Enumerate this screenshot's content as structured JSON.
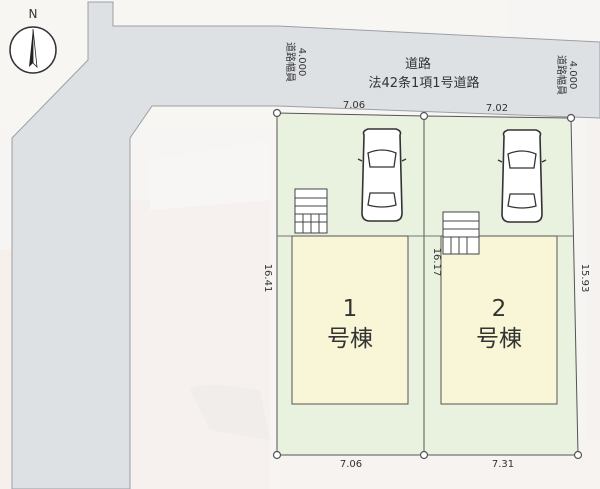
{
  "compass": {
    "north_label": "N"
  },
  "road": {
    "name": "道路",
    "type": "法42条1項1号道路",
    "width_label": "道路幅員",
    "width_value": "4.000"
  },
  "lots": [
    {
      "number": "1",
      "building_label": "号棟"
    },
    {
      "number": "2",
      "building_label": "号棟"
    }
  ],
  "dimensions": {
    "lot1_front": "7.06",
    "lot2_front": "7.02",
    "lot1_back": "7.06",
    "lot2_back": "7.31",
    "lot1_left_depth": "16.41",
    "shared_depth": "16.17",
    "lot2_right_depth": "15.93"
  },
  "colors": {
    "road": "#dde1e4",
    "lot_ground": "#e9f1df",
    "building": "#f8f6d6",
    "boundary": "#555555",
    "background": "#ffffff"
  }
}
